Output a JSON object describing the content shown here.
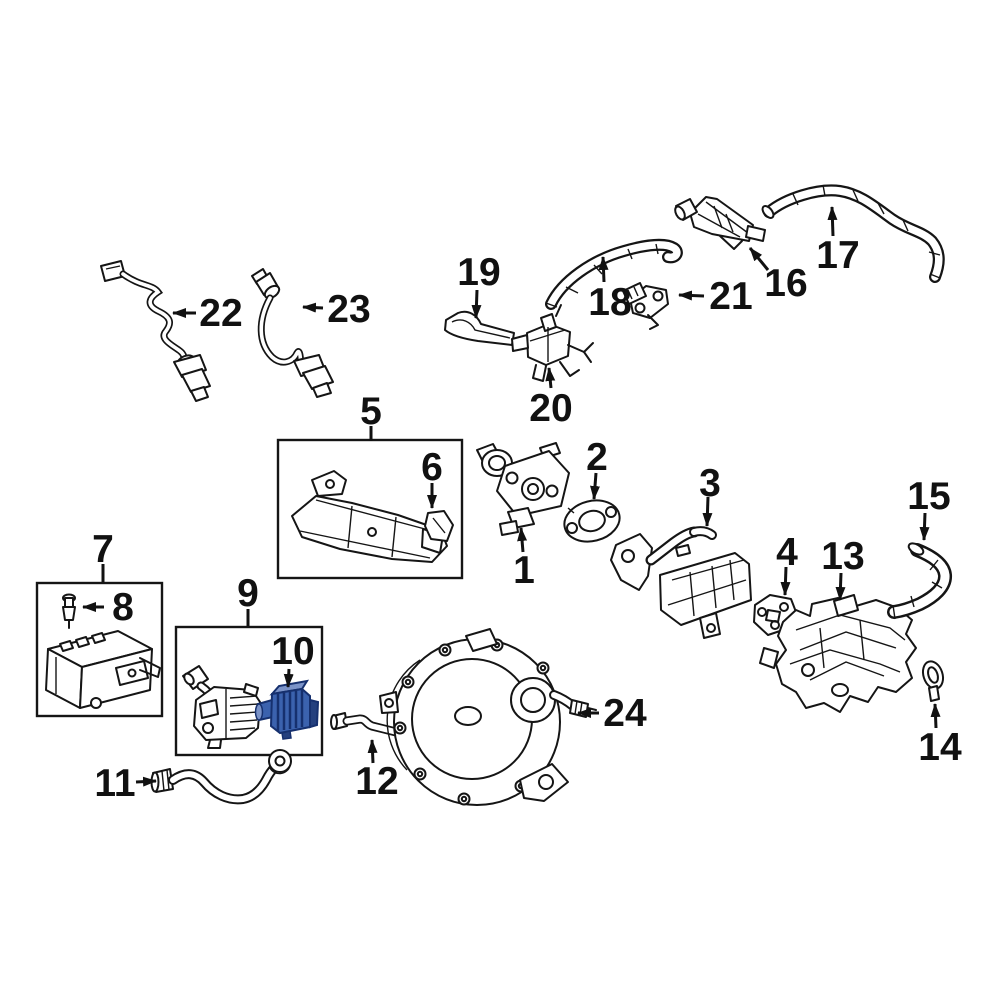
{
  "diagram": {
    "kind": "automotive-parts-exploded-diagram",
    "background": "#ffffff",
    "line_color": "#151515",
    "highlighted_callout": "10",
    "boxed_groups": [
      "5",
      "7",
      "9"
    ]
  },
  "colors": {
    "line": "#151515",
    "label": "#111111",
    "highlight_fill": "#3b62ae",
    "highlight_top": "#7b93c8",
    "highlight_side": "#24407e",
    "highlight_outline": "#16306e"
  },
  "callouts": {
    "c1": {
      "label": "1"
    },
    "c2": {
      "label": "2"
    },
    "c3": {
      "label": "3"
    },
    "c4": {
      "label": "4"
    },
    "c5": {
      "label": "5"
    },
    "c6": {
      "label": "6"
    },
    "c7": {
      "label": "7"
    },
    "c8": {
      "label": "8"
    },
    "c9": {
      "label": "9"
    },
    "c10": {
      "label": "10"
    },
    "c11": {
      "label": "11"
    },
    "c12": {
      "label": "12"
    },
    "c13": {
      "label": "13"
    },
    "c14": {
      "label": "14"
    },
    "c15": {
      "label": "15"
    },
    "c16": {
      "label": "16"
    },
    "c17": {
      "label": "17"
    },
    "c18": {
      "label": "18"
    },
    "c19": {
      "label": "19"
    },
    "c20": {
      "label": "20"
    },
    "c21": {
      "label": "21"
    },
    "c22": {
      "label": "22"
    },
    "c23": {
      "label": "23"
    },
    "c24": {
      "label": "24"
    }
  }
}
